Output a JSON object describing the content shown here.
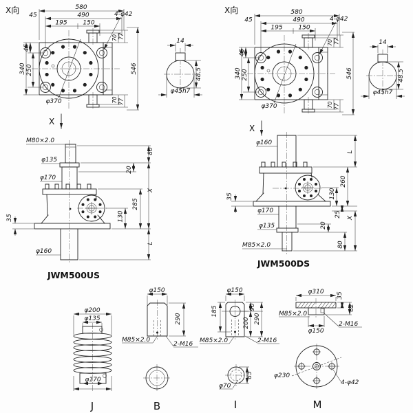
{
  "dwg": {
    "xdir": "X向",
    "xmark": "X",
    "pv": {
      "w580": "580",
      "w490": "490",
      "w195": "195",
      "w150": "150",
      "off45": "45",
      "v45": "45",
      "h340": "340",
      "h250": "250",
      "h546": "546",
      "t70": "70",
      "t77": "77",
      "b70": "70",
      "b77": "77",
      "dia370": "φ370",
      "holes": "4-φ42"
    },
    "sh": {
      "k14": "14",
      "h485": "48.5",
      "dia": "φ45h7"
    },
    "us": {
      "name": "JWM500US",
      "thread": "M80×2.0",
      "d135": "φ135",
      "d170": "φ170",
      "d160": "φ160",
      "t35": "35",
      "h285": "285",
      "h130": "130",
      "h20": "20",
      "h80": "80",
      "x": "X",
      "l": "L"
    },
    "ds": {
      "name": "JWM500DS",
      "thread": "M85×2.0",
      "d135": "φ135",
      "d170": "φ170",
      "d160": "φ160",
      "t35": "35",
      "h260": "260",
      "h130": "130",
      "h25": "25",
      "h20": "20",
      "h80": "80",
      "x": "X",
      "l": "L"
    },
    "acc": {
      "j": {
        "label": "J",
        "d200": "φ200",
        "d135": "φ135",
        "d170": "φ170"
      },
      "b": {
        "label": "B",
        "d150": "φ150",
        "h290": "290",
        "thread": "M85×2.0",
        "tap": "2-M16"
      },
      "i": {
        "label": "I",
        "d150": "φ150",
        "h185": "185",
        "h90": "90",
        "h200": "200",
        "h290": "290",
        "thread": "M85×2.0",
        "tap": "2-M16",
        "h85": "85",
        "d70": "φ70"
      },
      "m": {
        "label": "M",
        "d310": "φ310",
        "t35": "35",
        "t82": "82",
        "thread": "M85×2.0",
        "d150": "φ150",
        "tap": "2-M16",
        "bc": "φ230",
        "holes": "4-φ42"
      }
    }
  }
}
